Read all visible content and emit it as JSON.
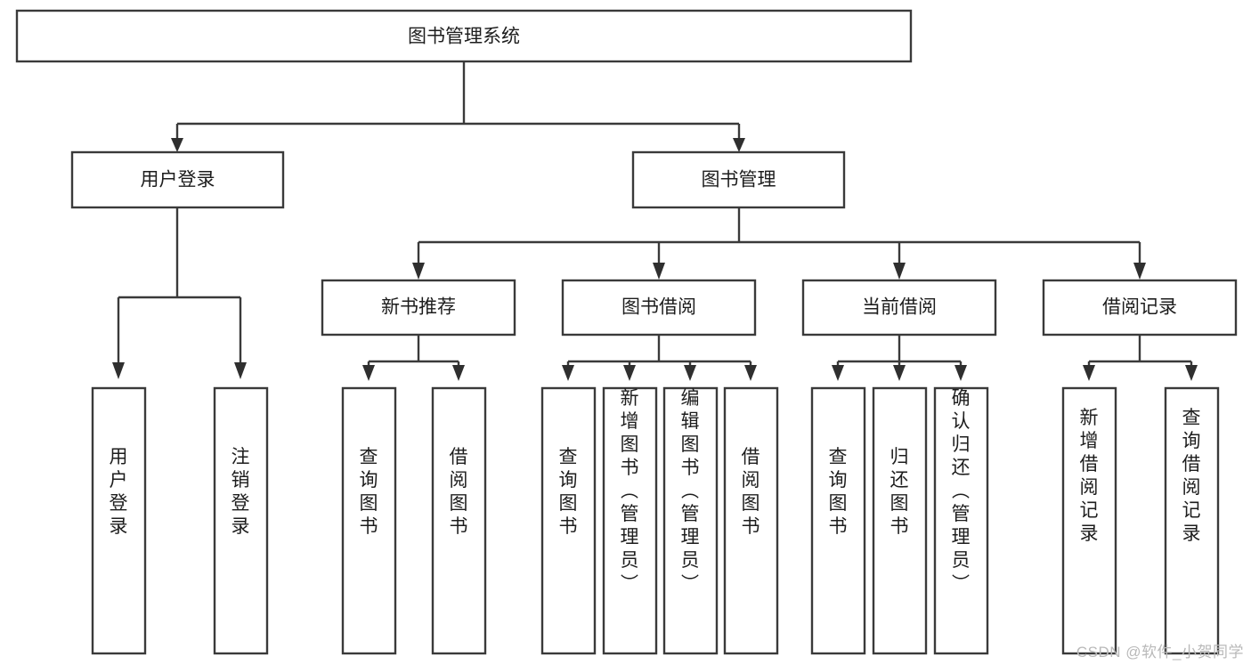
{
  "diagram": {
    "type": "tree-hierarchy",
    "title": "图书管理系统",
    "orientation": "top-down",
    "colors": {
      "box_stroke": "#3a3a3a",
      "box_fill": "#ffffff",
      "connector": "#3a3a3a",
      "text": "#1d1d1d",
      "background": "#ffffff",
      "watermark": "#b9b9b9"
    },
    "root": {
      "label": "图书管理系统"
    },
    "level1": [
      {
        "label": "用户登录"
      },
      {
        "label": "图书管理"
      }
    ],
    "level2": [
      {
        "label": "新书推荐"
      },
      {
        "label": "图书借阅"
      },
      {
        "label": "当前借阅"
      },
      {
        "label": "借阅记录"
      }
    ],
    "leaves": {
      "user_login": [
        {
          "label": "用户登录"
        },
        {
          "label": "注销登录"
        }
      ],
      "new_book_recommend": [
        {
          "label": "查询图书"
        },
        {
          "label": "借阅图书"
        }
      ],
      "book_borrow": [
        {
          "label": "查询图书"
        },
        {
          "label": "新增图书（管理员）"
        },
        {
          "label": "编辑图书（管理员）"
        },
        {
          "label": "借阅图书"
        }
      ],
      "current_borrow": [
        {
          "label": "查询图书"
        },
        {
          "label": "归还图书"
        },
        {
          "label": "确认归还（管理员）"
        }
      ],
      "borrow_record": [
        {
          "label": "新增借阅记录"
        },
        {
          "label": "查询借阅记录"
        }
      ]
    }
  },
  "watermark": {
    "text": "CSDN @软件_小贺同学"
  }
}
